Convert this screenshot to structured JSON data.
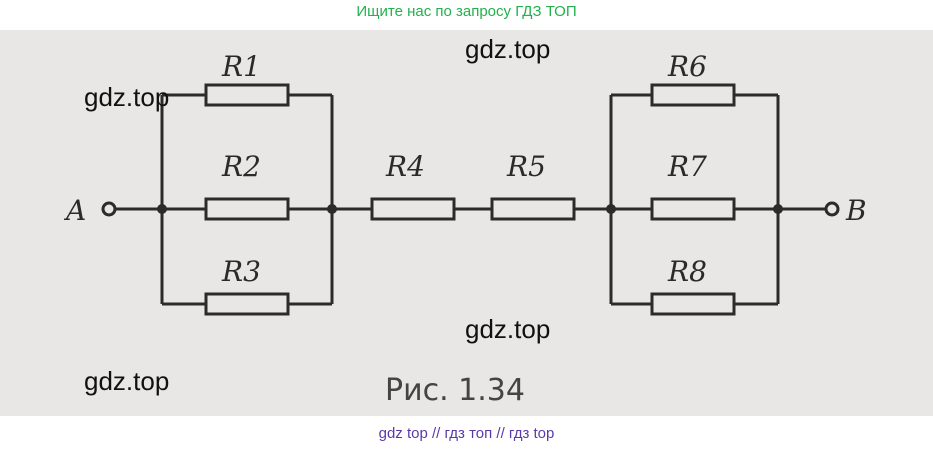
{
  "banner_top": "Ищите нас по запросу ГДЗ ТОП",
  "banner_bottom": "gdz top  //  гдз топ  //  гдз top",
  "watermarks": [
    "gdz.top",
    "gdz.top",
    "gdz.top",
    "gdz.top"
  ],
  "nodes": {
    "a": "A",
    "b": "B"
  },
  "resistors": {
    "r1": "R1",
    "r2": "R2",
    "r3": "R3",
    "r4": "R4",
    "r5": "R5",
    "r6": "R6",
    "r7": "R7",
    "r8": "R8"
  },
  "caption": "Рис. 1.34",
  "colors": {
    "wire": "#2b2b2b",
    "banner_top": "#22b14c",
    "banner_bottom": "#5b3aa8"
  }
}
